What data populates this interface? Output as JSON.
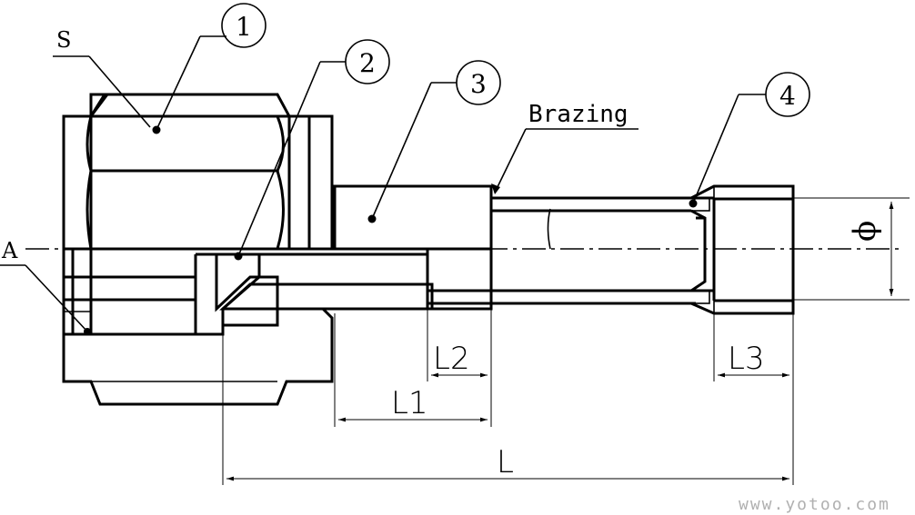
{
  "title": "",
  "callouts": [
    {
      "num": "1"
    },
    {
      "num": "2"
    },
    {
      "num": "3"
    },
    {
      "num": "4"
    }
  ],
  "labels": {
    "s": "S",
    "a": "A",
    "brazing": "Brazing",
    "phi": "ϕ"
  },
  "dimensions": {
    "l": "L",
    "l1": "L1",
    "l2": "L2",
    "l3": "L3"
  },
  "watermark": "www.yotoo.com"
}
